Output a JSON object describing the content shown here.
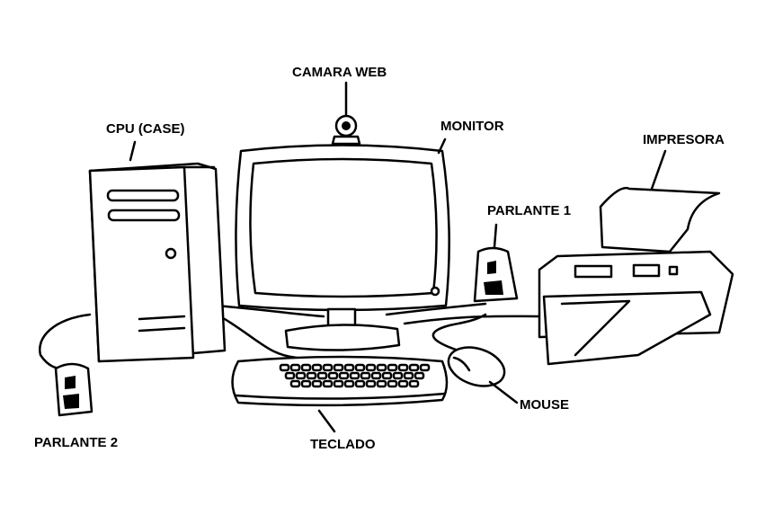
{
  "title": "Partes de la computadora",
  "labels": {
    "webcam": "CAMARA WEB",
    "cpu": "CPU (CASE)",
    "monitor": "MONITOR",
    "printer": "IMPRESORA",
    "speaker1": "PARLANTE 1",
    "speaker2": "PARLANTE 2",
    "keyboard": "TECLADO",
    "mouse": "MOUSE"
  }
}
